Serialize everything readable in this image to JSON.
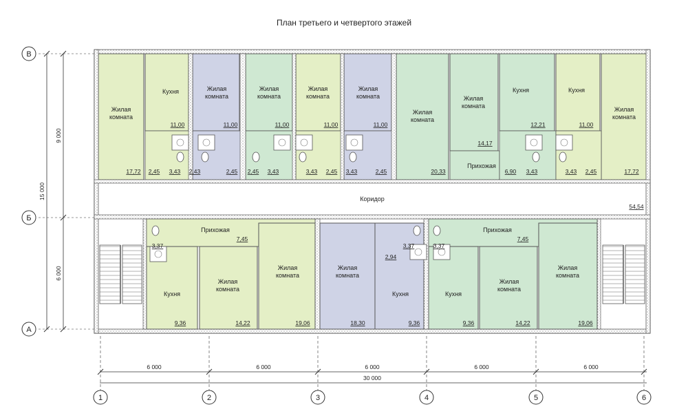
{
  "title": "План третьего и четвертого этажей",
  "colors": {
    "yellow": "#e4efc6",
    "green": "#cfe8d2",
    "blue": "#cfd3e6",
    "wall": "#5a5a5a",
    "line": "#333333"
  },
  "axes": {
    "vertical": [
      "1",
      "2",
      "3",
      "4",
      "5",
      "6"
    ],
    "horizontal": [
      "В",
      "Б",
      "А"
    ]
  },
  "dimensions": {
    "bays": [
      "6 000",
      "6 000",
      "6 000",
      "6 000",
      "6 000"
    ],
    "total": "30 000",
    "left_upper": "9 000",
    "left_lower": "6 000",
    "left_total": "15 000"
  },
  "top_rooms": [
    {
      "label": "Жилая комната",
      "area": "17,72"
    },
    {
      "label": "Кухня",
      "area": "11,00"
    },
    {
      "label": "Жилая комната",
      "area": "11,00"
    },
    {
      "label": "Жилая комната",
      "area": "11,00"
    },
    {
      "label": "Жилая комната",
      "area": "11,00"
    },
    {
      "label": "Жилая комната",
      "area": "11,00"
    },
    {
      "label": "Жилая комната",
      "area": "20,33"
    },
    {
      "label": "Жилая комната",
      "area": "14,17"
    },
    {
      "label": "Кухня",
      "area": "12,21"
    },
    {
      "label": "Кухня",
      "area": "11,00"
    },
    {
      "label": "Жилая комната",
      "area": "17,72"
    }
  ],
  "top_small_areas": [
    "2,45",
    "3,43",
    "2,43",
    "2,45",
    "2,45",
    "3,43",
    "3,43",
    "2,45",
    "3,43",
    "2,45",
    "6,90",
    "3,43",
    "3,43",
    "2,45"
  ],
  "corridor": {
    "label": "Коридор",
    "area": "54,54"
  },
  "top_hall": "Прихожая",
  "bottom_rooms": [
    {
      "label": "Кухня",
      "area": "9,36"
    },
    {
      "label": "Жилая комната",
      "area": "14,22"
    },
    {
      "label": "Жилая комната",
      "area": "19,06"
    },
    {
      "label": "Жилая комната",
      "area": "18,30"
    },
    {
      "label": "Кухня",
      "area": "9,36"
    },
    {
      "label": "Кухня",
      "area": "9,36"
    },
    {
      "label": "Жилая комната",
      "area": "14,22"
    },
    {
      "label": "Жилая комната",
      "area": "19,06"
    }
  ],
  "bottom_halls": [
    "Прихожая",
    "Прихожая"
  ],
  "bottom_small_areas": [
    "3,37",
    "7,45",
    "3,37",
    "2,94",
    "3,37",
    "7,45"
  ]
}
